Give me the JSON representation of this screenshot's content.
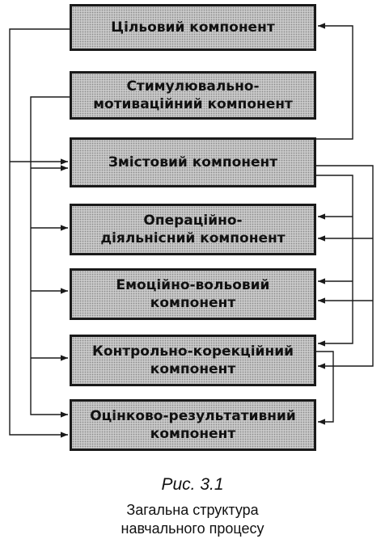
{
  "boxes": [
    {
      "lines": [
        "Цільовий компонент"
      ]
    },
    {
      "lines": [
        "Стимулювально-",
        "мотиваційний компонент"
      ]
    },
    {
      "lines": [
        "Змістовий компонент"
      ]
    },
    {
      "lines": [
        "Операційно-",
        "діяльнісний компонент"
      ]
    },
    {
      "lines": [
        "Емоційно-вольовий",
        "компонент"
      ]
    },
    {
      "lines": [
        "Контрольно-корекційний",
        "компонент"
      ]
    },
    {
      "lines": [
        "Оцінково-результативний",
        "компонент"
      ]
    }
  ],
  "caption": {
    "figure": "Рис. 3.1",
    "title_line1": "Загальна структура",
    "title_line2": "навчального процесу"
  }
}
